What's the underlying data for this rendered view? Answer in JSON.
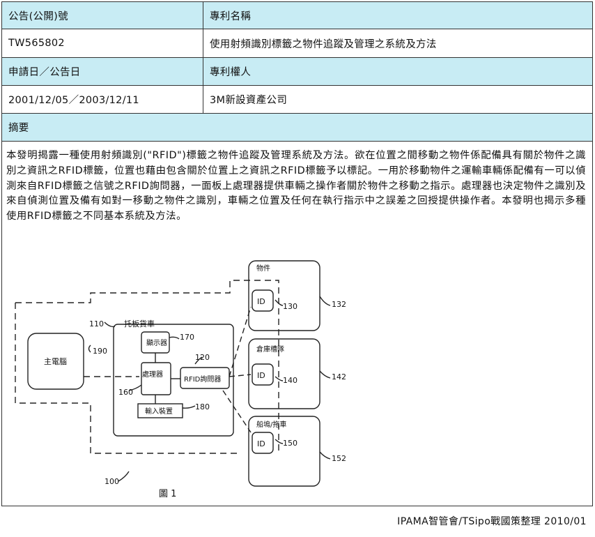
{
  "table": {
    "header1": {
      "col1": "公告(公開)號",
      "col2": "專利名稱"
    },
    "row1": {
      "col1": "TW565802",
      "col2": "使用射頻識別標籤之物件追蹤及管理之系統及方法"
    },
    "header2": {
      "col1": "申請日／公告日",
      "col2": "專利權人"
    },
    "row2": {
      "col1": "2001/12/05／2003/12/11",
      "col2": "3M新設資產公司"
    },
    "header3": {
      "col1": "摘要"
    },
    "abstract": "本發明揭露一種使用射頻識別(\"RFID\")標籤之物件追蹤及管理系統及方法。欲在位置之間移動之物件係配備具有關於物件之識別之資訊之RFID標籤，位置也藉由包含關於位置上之資訊之RFID標籤予以標記。一用於移動物件之運輸車輛係配備有一可以偵測來自RFID標籤之信號之RFID詢問器，一面板上處理器提供車輛之操作者關於物件之移動之指示。處理器也決定物件之識別及來自偵測位置及備有如對一移動之物件之識別，車輛之位置及任何在執行指示中之誤差之回授提供操作者。本發明也揭示多種使用RFID標籤之不同基本系統及方法。"
  },
  "figure": {
    "host": "主電腦",
    "host_ref": "190",
    "truck": "托板貨車",
    "truck_ref": "110",
    "display": "顯示器",
    "display_ref": "170",
    "processor": "處理器",
    "processor_ref": "160",
    "rfid": "RFID詢問器",
    "rfid_ref": "120",
    "input": "輸入裝置",
    "input_ref": "180",
    "item": "物件",
    "item_ref": "132",
    "item_tag_ref": "130",
    "bay": "倉庫槽隊",
    "bay_ref": "142",
    "bay_tag_ref": "140",
    "dock": "船塢/拖車",
    "dock_ref": "152",
    "dock_tag_ref": "150",
    "id_label": "ID",
    "system_ref": "100",
    "caption": "圖 1"
  },
  "footer": "IPAMA智管會/TSipo戰國策整理 2010/01"
}
